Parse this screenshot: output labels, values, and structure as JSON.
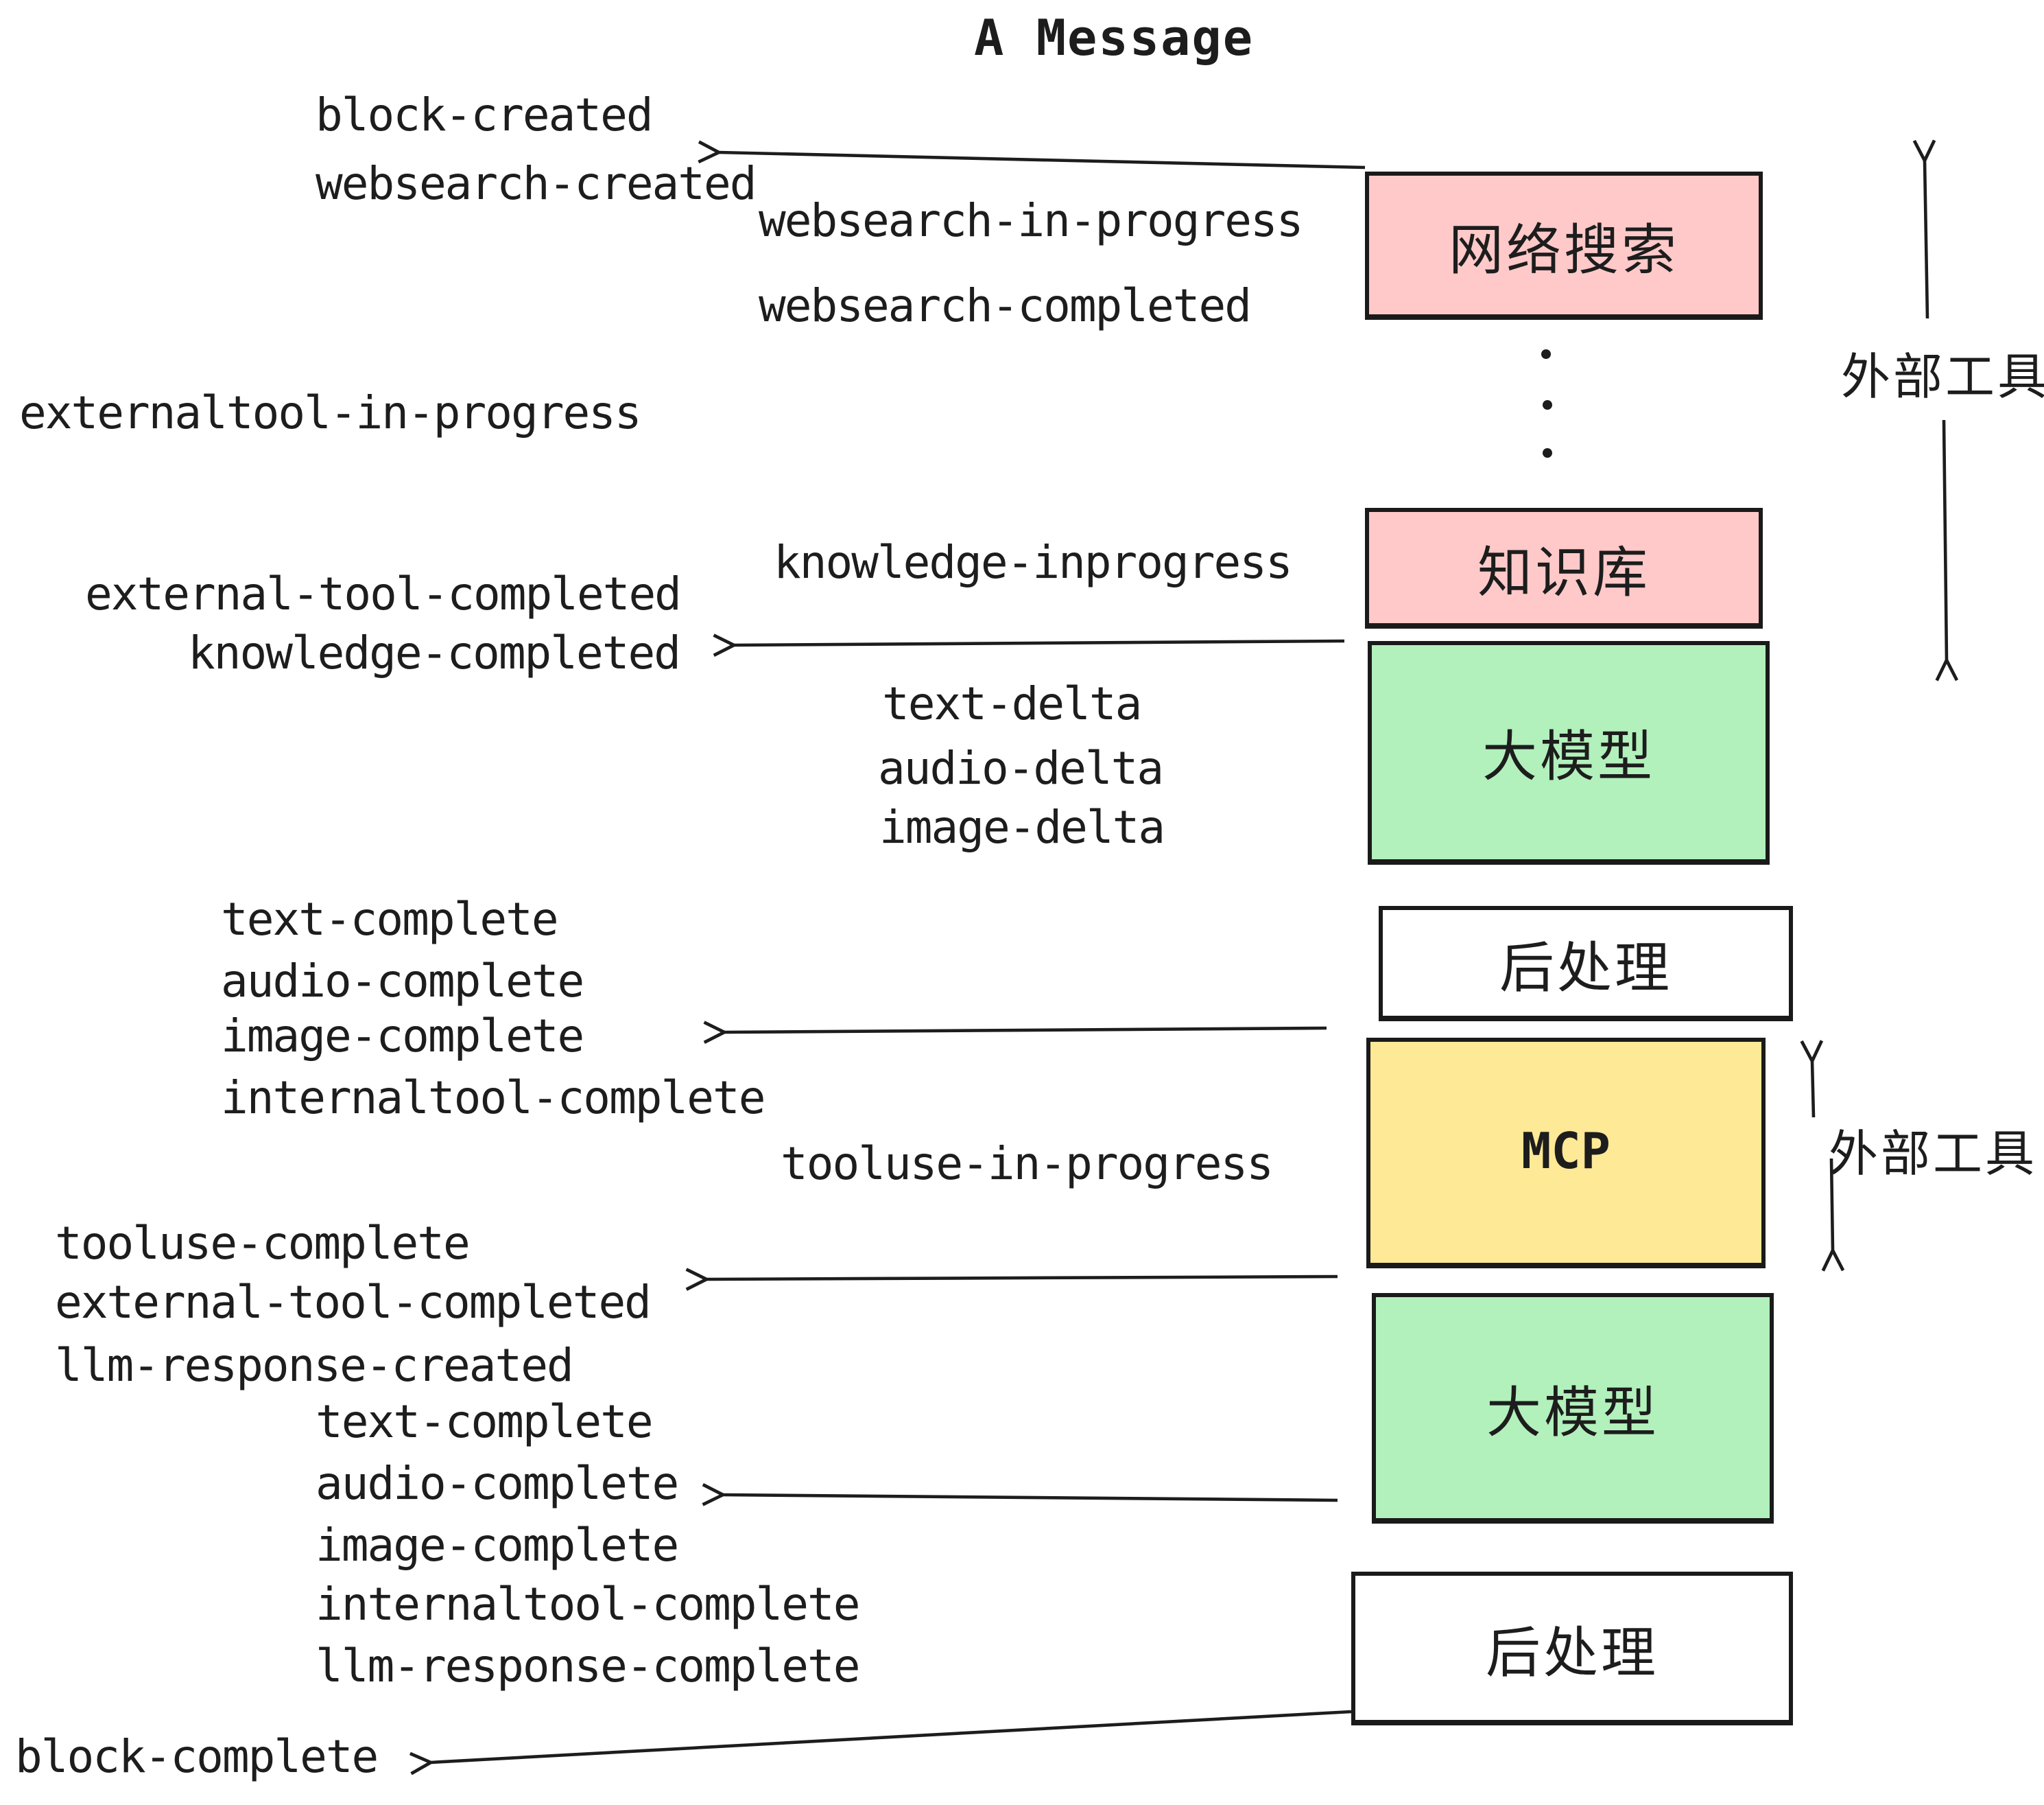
{
  "title": "A Message",
  "colors": {
    "pink": "#FFC9C9",
    "green": "#B2F0BC",
    "yellow": "#FDE996",
    "white": "#FFFFFF",
    "ink": "#1D1D1D"
  },
  "boxes": {
    "websearch": {
      "label": "网络搜索"
    },
    "knowledge": {
      "label": "知识库"
    },
    "model1": {
      "label": "大模型"
    },
    "post1": {
      "label": "后处理"
    },
    "mcp": {
      "label": "MCP"
    },
    "model2": {
      "label": "大模型"
    },
    "post2": {
      "label": "后处理"
    }
  },
  "side_labels": {
    "external_tools_top": "外部工具",
    "external_tools_bottom": "外部工具"
  },
  "events": {
    "block_created": "block-created",
    "websearch_created": "websearch-created",
    "websearch_in_progress": "websearch-in-progress",
    "websearch_completed": "websearch-completed",
    "externaltool_in_progress": "externaltool-in-progress",
    "knowledge_inprogress": "knowledge-inprogress",
    "external_tool_completed": "external-tool-completed",
    "knowledge_completed": "knowledge-completed",
    "text_delta_1": "text-delta",
    "audio_delta_1": "audio-delta",
    "image_delta_1": "image-delta",
    "text_complete_1": "text-complete",
    "audio_complete_1": "audio-complete",
    "image_complete_1": "image-complete",
    "internaltool_complete_1": "internaltool-complete",
    "tooluse_in_progress": "tooluse-in-progress",
    "tooluse_complete": "tooluse-complete",
    "external_tool_completed_2": "external-tool-completed",
    "llm_response_created": "llm-response-created",
    "text_complete_2": "text-complete",
    "audio_complete_2": "audio-complete",
    "image_complete_2": "image-complete",
    "internaltool_complete_2": "internaltool-complete",
    "llm_response_complete": "llm-response-complete",
    "block_complete": "block-complete"
  }
}
